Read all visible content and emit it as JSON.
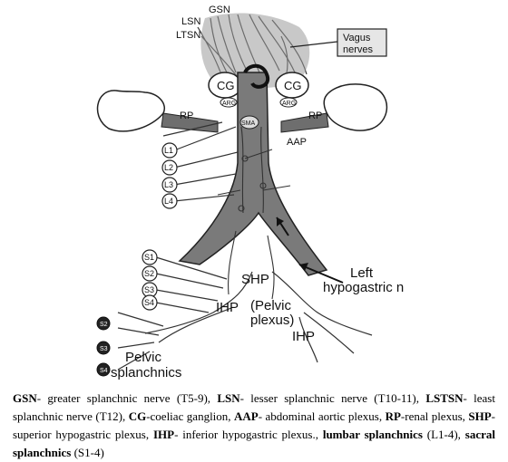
{
  "diagram": {
    "labels": {
      "gsn": "GSN",
      "lsn": "LSN",
      "ltsn": "LTSN",
      "vagus": "Vagus\nnerves",
      "cg_left": "CG",
      "cg_right": "CG",
      "arg_left": "ARG",
      "arg_right": "ARG",
      "rp_left": "RP",
      "rp_right": "RP",
      "sma": "SMA",
      "aap": "AAP",
      "l1": "L1",
      "l2": "L2",
      "l3": "L3",
      "l4": "L4",
      "s1": "S1",
      "s2": "S2",
      "s3": "S3",
      "s4": "S4",
      "shp": "SHP",
      "left_hypogastric": "Left\nhypogastric n",
      "ihp_left": "IHP",
      "ihp_right": "IHP",
      "pelvic_plexus": "(Pelvic\nplexus)",
      "pelvic_splanchnics": "Pelvic\nsplanchnics",
      "small_s2": "S2",
      "small_s3": "S3",
      "small_s4": "S4"
    }
  },
  "caption": {
    "parts": [
      {
        "b": "GSN",
        "t": "- greater splanchnic nerve (T5-9), "
      },
      {
        "b": "LSN",
        "t": "- lesser splanchnic nerve (T10-11), "
      },
      {
        "b": "LSTSN",
        "t": "- least splanchnic nerve (T12), "
      },
      {
        "b": "CG",
        "t": "-coeliac ganglion, "
      },
      {
        "b": "AAP",
        "t": "- abdominal aortic plexus, "
      },
      {
        "b": "RP",
        "t": "-renal plexus, "
      },
      {
        "b": "SHP",
        "t": "-superior hypogastric plexus, "
      },
      {
        "b": "IHP",
        "t": "- inferior hypogastric plexus., "
      },
      {
        "b": "lumbar splanchnics",
        "t": " (L1-4), "
      },
      {
        "b": "sacral splanchnics",
        "t": " (S1-4)"
      }
    ]
  }
}
